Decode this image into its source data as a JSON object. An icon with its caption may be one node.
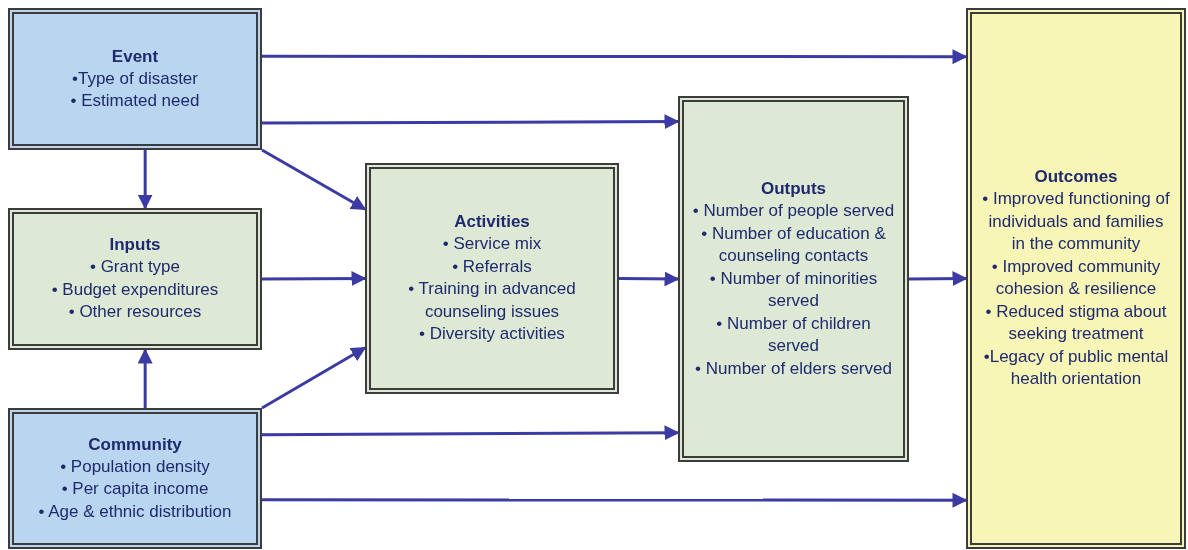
{
  "diagram": {
    "nodes": [
      {
        "text": [
          "Event",
          "•Type of disaster",
          "• Estimated need"
        ]
      },
      {
        "text": [
          "Inputs",
          "• Grant type",
          "• Budget expenditures",
          "• Other resources"
        ]
      },
      {
        "text": [
          "Community",
          "• Population density",
          "• Per capita income",
          "• Age & ethnic distribution"
        ]
      },
      {
        "text": [
          "Activities",
          "• Service mix",
          "• Referrals",
          "• Training in advanced counseling issues",
          "• Diversity activities"
        ]
      },
      {
        "text": [
          "Outputs",
          "• Number of people served",
          "• Number of education & counseling contacts",
          "• Number of minorities served",
          "• Number of children served",
          "• Number of elders served"
        ]
      },
      {
        "text": [
          "Outcomes",
          "• Improved functioning of individuals and families in the community",
          "• Improved community cohesion & resilience",
          "• Reduced stigma about seeking treatment",
          "•Legacy of public mental health orientation"
        ]
      }
    ],
    "edges": [
      {
        "from": 0,
        "to": 5,
        "arrow": "to"
      },
      {
        "from": 0,
        "to": 4,
        "arrow": "to"
      },
      {
        "from": 0,
        "to": 3,
        "arrow": "to"
      },
      {
        "from": 0,
        "to": 1,
        "arrow": "to"
      },
      {
        "from": 1,
        "to": 3,
        "arrow": "to"
      },
      {
        "from": 2,
        "to": 1,
        "arrow": "to"
      },
      {
        "from": 2,
        "to": 3,
        "arrow": "to"
      },
      {
        "from": 2,
        "to": 4,
        "arrow": "to"
      },
      {
        "from": 2,
        "to": 5,
        "arrow": "to"
      },
      {
        "from": 3,
        "to": 4,
        "arrow": "to"
      },
      {
        "from": 4,
        "to": 5,
        "arrow": "to"
      }
    ]
  }
}
